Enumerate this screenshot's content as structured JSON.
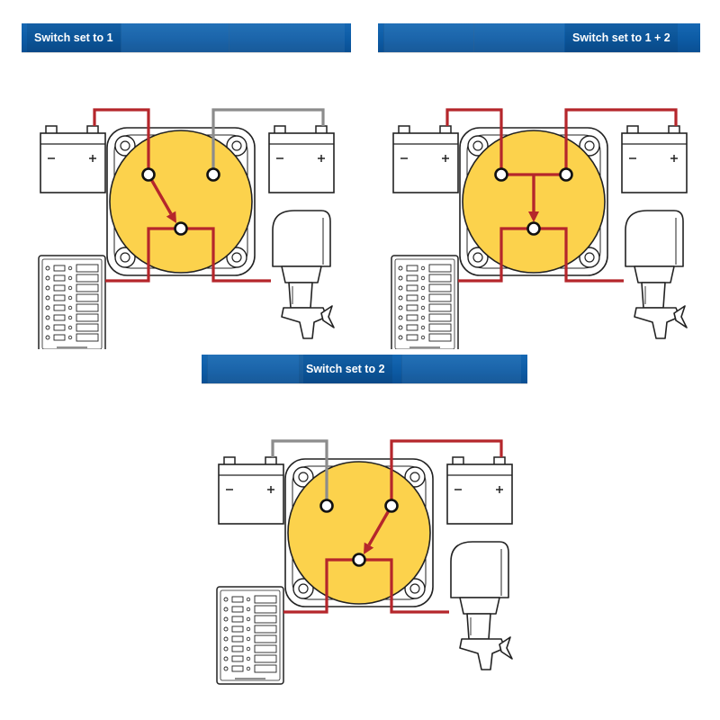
{
  "panels": [
    {
      "title": "Switch set to 1",
      "setting": "1"
    },
    {
      "title": "Switch set to 1 + 2",
      "setting": "1+2"
    },
    {
      "title": "Switch set to 2",
      "setting": "2"
    }
  ],
  "colors": {
    "header": "#0c5aa3",
    "active_wire": "#b5262b",
    "inactive_wire": "#8c8c8c",
    "switch_dial": "#fcd24c",
    "line_art": "#222222"
  },
  "icons": [
    "battery-1-icon",
    "battery-2-icon",
    "battery-switch-icon",
    "fuse-panel-icon",
    "outboard-motor-icon",
    "switch-arrow-icon"
  ]
}
